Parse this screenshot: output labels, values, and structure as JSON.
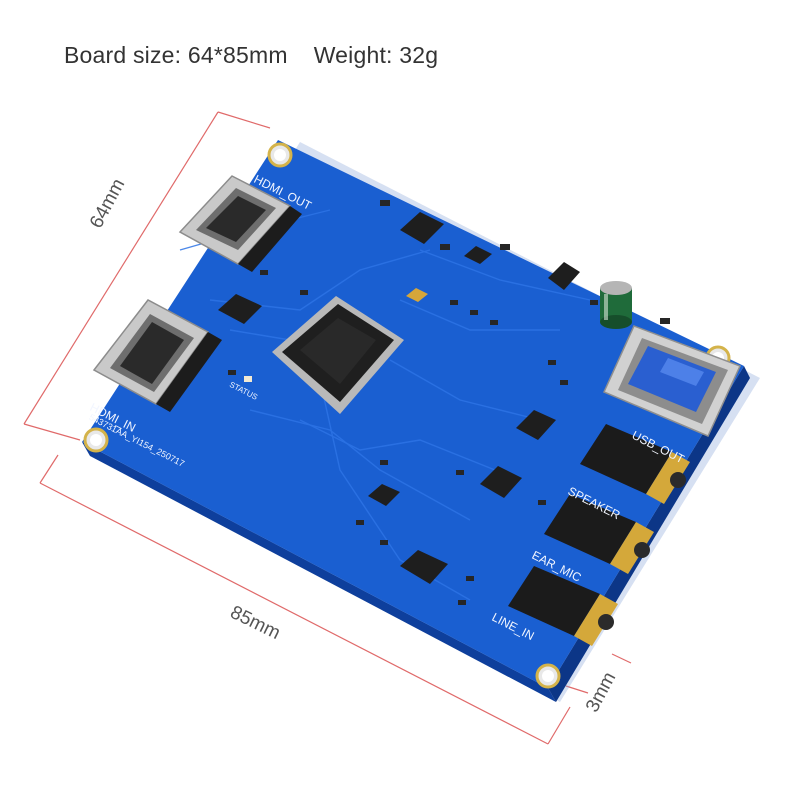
{
  "caption": {
    "board_size": "Board size: 64*85mm",
    "weight": "Weight: 32g"
  },
  "dimensions": {
    "width": "64mm",
    "length": "85mm",
    "thickness": "3mm"
  },
  "silkscreen": {
    "hdmi_out": "HDMI_OUT",
    "hdmi_in": "HDMI_IN",
    "usb_out": "USB_OUT",
    "speaker": "SPEAKER",
    "ear_mic": "EAR_MIC",
    "line_in": "LINE_IN",
    "status": "STATUS",
    "board_id": "543731AA_YI154_250717"
  },
  "colors": {
    "board": "#1a5fd1",
    "board_edge": "#0f44a8",
    "dimension_line": "#e06a6a"
  }
}
